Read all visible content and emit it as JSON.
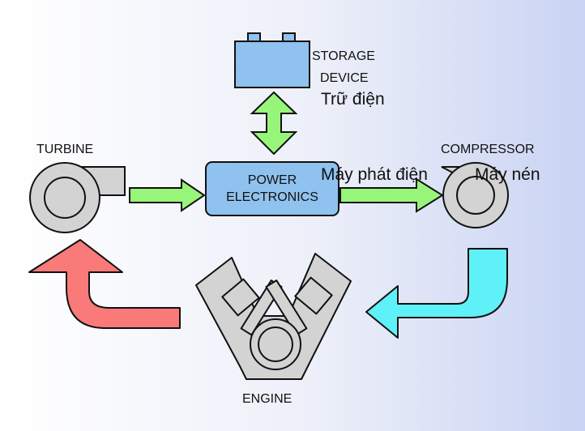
{
  "labels": {
    "storage_line1": "STORAGE",
    "storage_line2": "DEVICE",
    "storage_vi": "Trữ điện",
    "turbine": "TURBINE",
    "compressor": "COMPRESSOR",
    "power_line1": "POWER",
    "power_line2": "ELECTRONICS",
    "generator_vi": "Máy phát điện",
    "compressor_vi": "Máy nén",
    "engine": "ENGINE"
  },
  "colors": {
    "background_light": "#ffffff",
    "background_blue": "#c9d3f3",
    "battery": "#8fc2ee",
    "power_electronics": "#8fc2ee",
    "green_arrow": "#97f579",
    "red_arrow": "#fa7a7a",
    "cyan_arrow": "#5ef1f7",
    "machine_gray": "#d3d3d3"
  },
  "icons": [
    "battery-icon",
    "turbine-icon",
    "compressor-icon",
    "engine-icon"
  ]
}
